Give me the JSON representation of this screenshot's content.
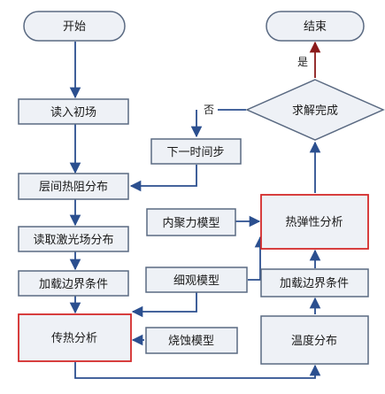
{
  "colors": {
    "node_fill": "#eef1f6",
    "node_stroke": "#5a6a82",
    "highlight_stroke": "#d42a2a",
    "edge": "#2b4f8f",
    "edge_end": "#8b1a1a"
  },
  "nodes": {
    "start": "开始",
    "end": "结束",
    "read_initial_field": "读入初场",
    "next_time_step": "下一时间步",
    "interlayer_resistance": "层间热阻分布",
    "read_laser_field": "读取激光场分布",
    "apply_boundary_left": "加载边界条件",
    "heat_transfer_analysis": "传热分析",
    "solve_complete": "求解完成",
    "inner_cohesion_model": "内聚力模型",
    "thermoelastic_analysis": "热弹性分析",
    "microscopic_model": "细观模型",
    "apply_boundary_right": "加载边界条件",
    "ablation_model": "烧蚀模型",
    "temperature_distribution": "温度分布"
  },
  "edges": {
    "yes_label": "是",
    "no_label": "否"
  }
}
